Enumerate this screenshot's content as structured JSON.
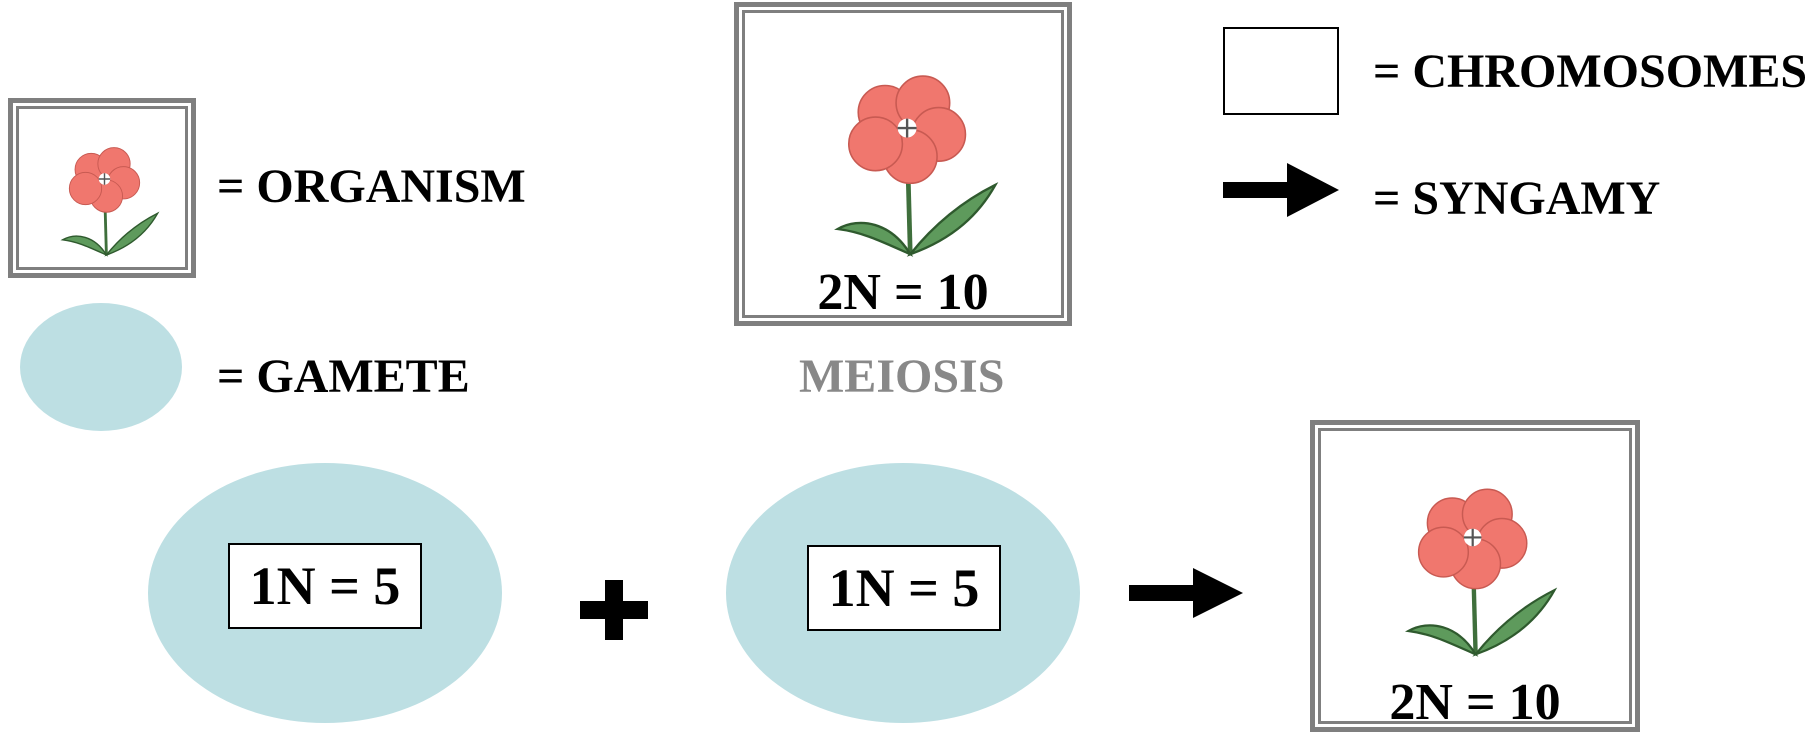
{
  "legend": {
    "organism": "= ORGANISM",
    "gamete": "= GAMETE",
    "chromosomes": "= CHROMOSOMES",
    "syngamy": "= SYNGAMY"
  },
  "parent": {
    "ploidy": "2N = 10"
  },
  "process_label": "MEIOSIS",
  "gamete_left": {
    "ploidy": "1N = 5"
  },
  "gamete_right": {
    "ploidy": "1N = 5"
  },
  "operator": "+",
  "offspring": {
    "ploidy": "2N = 10"
  },
  "colors": {
    "frame_gray": "#7f7f7f",
    "gamete_fill": "#bddfe3",
    "petal": "#f0776e",
    "leaf": "#5e9a5c",
    "meiosis_label": "#888888"
  }
}
